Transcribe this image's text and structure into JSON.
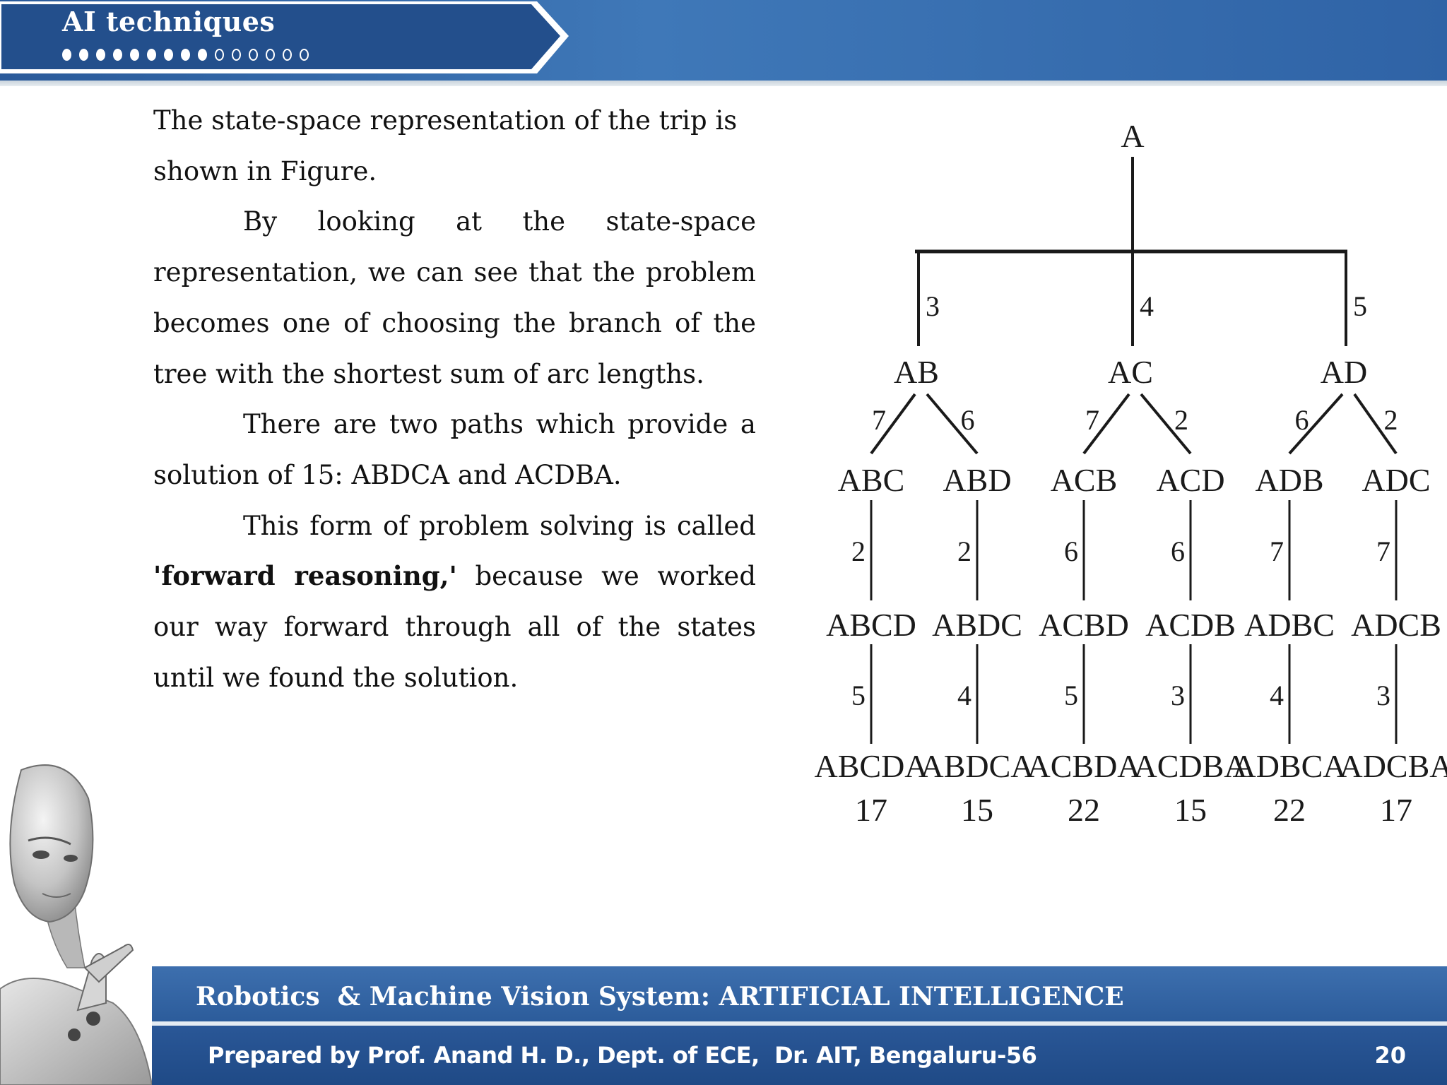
{
  "header": {
    "title": "AI techniques",
    "progress": {
      "filled": 9,
      "total": 15
    }
  },
  "body": {
    "p1": "The state-space representation of the trip is shown in Figure.",
    "p2": "By looking at the state-space representation, we can see that the problem becomes one of choosing the branch of the tree with the shortest sum of arc lengths.",
    "p3": "There are two paths which provide a solution of 15: ABDCA and ACDBA.",
    "p4_prefix": "This form of problem solving is called ",
    "p4_bold": "'forward reasoning,'",
    "p4_suffix": " because we worked our way forward through all of the states until we found the solution."
  },
  "tree": {
    "root": "A",
    "level1": [
      {
        "label": "AB",
        "cost": "3"
      },
      {
        "label": "AC",
        "cost": "4"
      },
      {
        "label": "AD",
        "cost": "5"
      }
    ],
    "level2": [
      {
        "label": "ABC",
        "cost": "7"
      },
      {
        "label": "ABD",
        "cost": "6"
      },
      {
        "label": "ACB",
        "cost": "7"
      },
      {
        "label": "ACD",
        "cost": "2"
      },
      {
        "label": "ADB",
        "cost": "6"
      },
      {
        "label": "ADC",
        "cost": "2"
      }
    ],
    "level3": [
      {
        "label": "ABCD",
        "cost": "2"
      },
      {
        "label": "ABDC",
        "cost": "2"
      },
      {
        "label": "ACBD",
        "cost": "6"
      },
      {
        "label": "ACDB",
        "cost": "6"
      },
      {
        "label": "ADBC",
        "cost": "7"
      },
      {
        "label": "ADCB",
        "cost": "7"
      }
    ],
    "level4": [
      {
        "label": "ABCDA",
        "cost": "5",
        "total": "17"
      },
      {
        "label": "ABDCA",
        "cost": "4",
        "total": "15"
      },
      {
        "label": "ACBDA",
        "cost": "5",
        "total": "22"
      },
      {
        "label": "ACDBA",
        "cost": "3",
        "total": "15"
      },
      {
        "label": "ADBCA",
        "cost": "4",
        "total": "22"
      },
      {
        "label": "ADCBA",
        "cost": "3",
        "total": "17"
      }
    ]
  },
  "footer": {
    "course": "Robotics  & Machine Vision System: ARTIFICIAL INTELLIGENCE",
    "prepared_by": "Prepared by Prof. Anand H. D., Dept. of ECE,  Dr. AIT, Bengaluru-56",
    "page": "20"
  }
}
